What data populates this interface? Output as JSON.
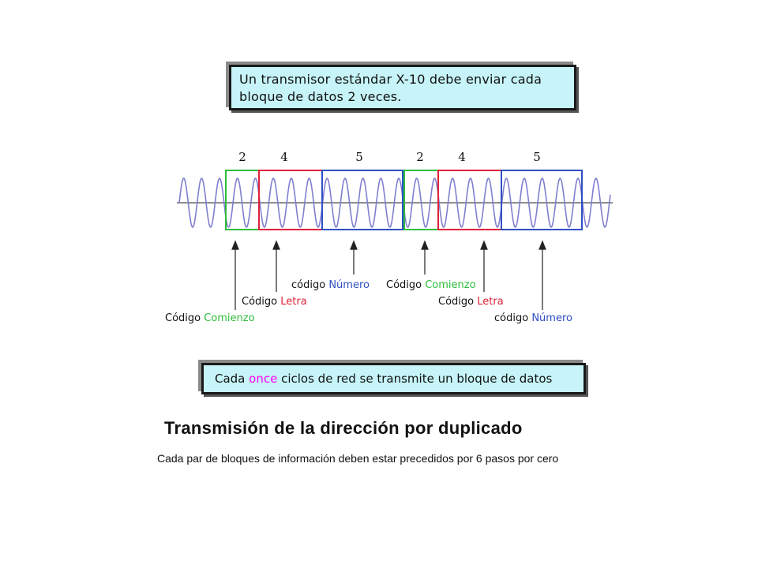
{
  "top_note": {
    "text": "Un transmisor estándar  X-10 debe enviar cada bloque de datos 2 veces."
  },
  "segment_numbers": [
    "2",
    "4",
    "5",
    "2",
    "4",
    "5"
  ],
  "labels": {
    "codigo_numero_1": {
      "prefix": "código ",
      "word": "Número"
    },
    "codigo_comienzo_2": {
      "prefix": "Código ",
      "word": "Comienzo"
    },
    "codigo_letra_1": {
      "prefix": "Código ",
      "word": "Letra"
    },
    "codigo_letra_2": {
      "prefix": "Código ",
      "word": "Letra"
    },
    "codigo_comienzo_1": {
      "prefix": "Código ",
      "word": "Comienzo"
    },
    "codigo_numero_2": {
      "prefix": "código ",
      "word": "Número"
    }
  },
  "bottom_note": {
    "before": "Cada ",
    "highlight": "once",
    "after": " ciclos de red se transmite un bloque de datos"
  },
  "title": "Transmisión de la dirección por duplicado",
  "caption": "Cada par de bloques de información deben estar precedidos por 6 pasos por cero",
  "colors": {
    "wave": "#7f7fd0",
    "start_code": "#2ebd3b",
    "letter_code": "#e0213a",
    "number_code": "#2f4fc4",
    "highlight_once": "#ff00ff"
  }
}
